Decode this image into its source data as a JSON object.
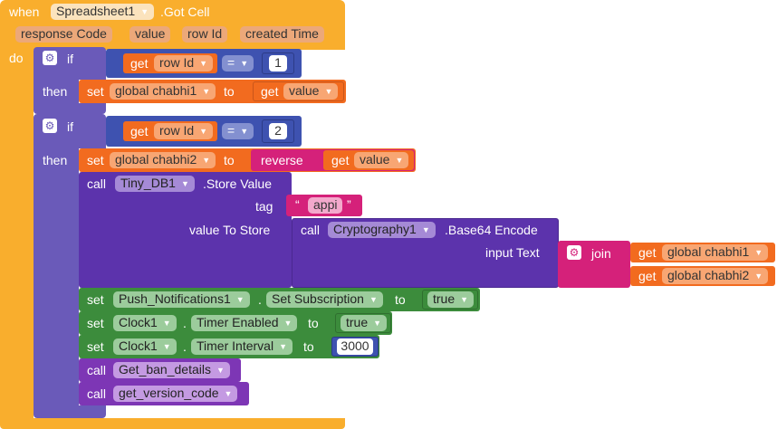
{
  "event": {
    "when": "when",
    "component": "Spreadsheet1",
    "event_name": ".Got Cell",
    "params": [
      "response Code",
      "value",
      "row Id",
      "created Time"
    ],
    "do": "do"
  },
  "if1": {
    "if": "if",
    "get": "get",
    "var": "row Id",
    "op": "=",
    "num": "1",
    "then": "then",
    "set": "set",
    "set_var": "global chabhi1",
    "to": "to",
    "get2": "get",
    "value": "value"
  },
  "if2": {
    "if": "if",
    "get": "get",
    "var": "row Id",
    "op": "=",
    "num": "2",
    "then": "then",
    "set": "set",
    "set_var": "global chabhi2",
    "to": "to",
    "reverse": "reverse",
    "get2": "get",
    "value": "value",
    "store": {
      "call": "call",
      "component": "Tiny_DB1",
      "method": ".Store Value",
      "tag_label": "tag",
      "tag_value": "appi",
      "value_label": "value To Store",
      "crypto_call": "call",
      "crypto_component": "Cryptography1",
      "crypto_method": ".Base64 Encode",
      "input_label": "input Text",
      "join": "join",
      "get_a": "get",
      "var_a": "global chabhi1",
      "get_b": "get",
      "var_b": "global chabhi2"
    },
    "push": {
      "set": "set",
      "component": "Push_Notifications1",
      "prop": "Set Subscription",
      "to": "to",
      "value": "true"
    },
    "clock_enabled": {
      "set": "set",
      "component": "Clock1",
      "prop": "Timer Enabled",
      "to": "to",
      "value": "true"
    },
    "clock_interval": {
      "set": "set",
      "component": "Clock1",
      "prop": "Timer Interval",
      "to": "to",
      "value": "3000"
    },
    "call_ban": {
      "call": "call",
      "proc": "Get_ban_details"
    },
    "call_version": {
      "call": "call",
      "proc": "get_version_code"
    }
  },
  "colors": {
    "event": "#f9ae2d",
    "control": "#6a5ab9",
    "logic": "#3e52b0",
    "variable": "#f26b1f",
    "text": "#d5217a",
    "component": "#5c33ac",
    "property": "#3c8c3c",
    "procedure": "#7d36b5"
  }
}
